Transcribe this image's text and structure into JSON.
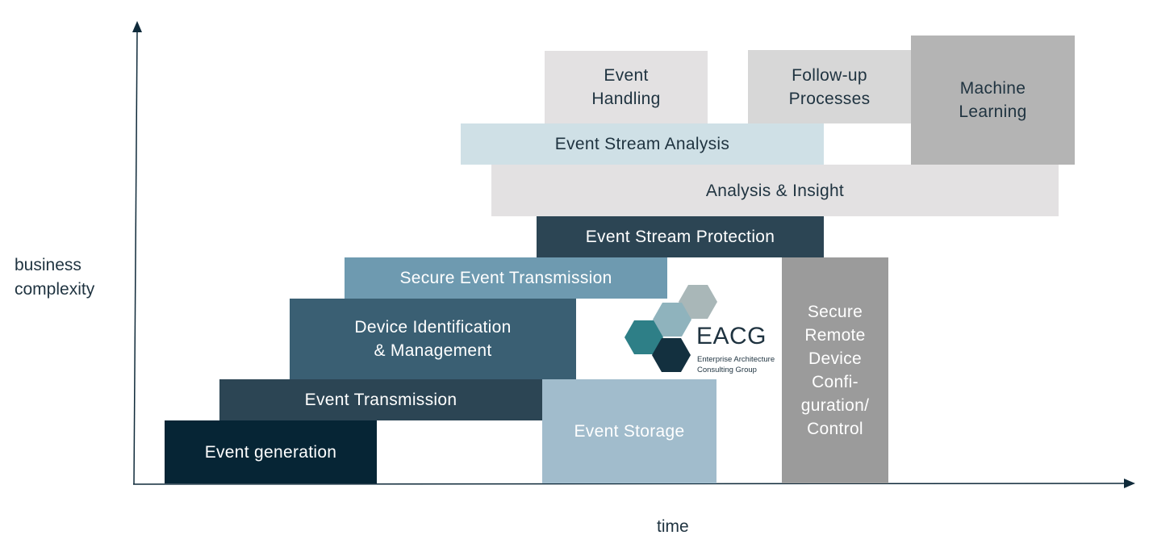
{
  "axes": {
    "y_label_line1": "business",
    "y_label_line2": "complexity",
    "x_label": "time"
  },
  "blocks": {
    "event_generation": {
      "lines": [
        "Event generation"
      ],
      "bg": "#062535",
      "fg": "#ffffff"
    },
    "event_transmission": {
      "lines": [
        "Event Transmission"
      ],
      "bg": "#2c4554",
      "fg": "#ffffff"
    },
    "device_identification": {
      "lines": [
        "Device Identification",
        "& Management"
      ],
      "bg": "#3a5f73",
      "fg": "#ffffff"
    },
    "secure_event_transmission": {
      "lines": [
        "Secure Event Transmission"
      ],
      "bg": "#6e9ab0",
      "fg": "#ffffff"
    },
    "event_stream_protection": {
      "lines": [
        "Event Stream Protection"
      ],
      "bg": "#2c4554",
      "fg": "#ffffff"
    },
    "analysis_insight": {
      "lines": [
        "Analysis & Insight"
      ],
      "bg": "#e3e1e2",
      "fg": "#1f3340"
    },
    "event_stream_analysis": {
      "lines": [
        "Event Stream Analysis"
      ],
      "bg": "#cfe0e6",
      "fg": "#1f3340"
    },
    "event_handling": {
      "lines": [
        "Event",
        "Handling"
      ],
      "bg": "#e3e1e2",
      "fg": "#1f3340"
    },
    "follow_up_processes": {
      "lines": [
        "Follow-up",
        "Processes"
      ],
      "bg": "#d7d7d7",
      "fg": "#1f3340"
    },
    "machine_learning": {
      "lines": [
        "Machine",
        "Learning"
      ],
      "bg": "#b4b4b4",
      "fg": "#1f3340"
    },
    "event_storage": {
      "lines": [
        "Event Storage"
      ],
      "bg": "#a1bccc",
      "fg": "#ffffff"
    },
    "secure_remote_device": {
      "lines": [
        "Secure",
        "Remote",
        "Device",
        "Confi-",
        "guration/",
        "Control"
      ],
      "bg": "#9b9b9b",
      "fg": "#ffffff"
    }
  },
  "logo": {
    "name": "EACG",
    "subtitle_line1": "Enterprise Architecture",
    "subtitle_line2": "Consulting Group",
    "hex_colors": [
      "#a9b7b8",
      "#8fb3bd",
      "#2e7f87",
      "#13303f"
    ]
  },
  "colors": {
    "axis": "#0f2a3a",
    "text_dark": "#1f3340"
  }
}
